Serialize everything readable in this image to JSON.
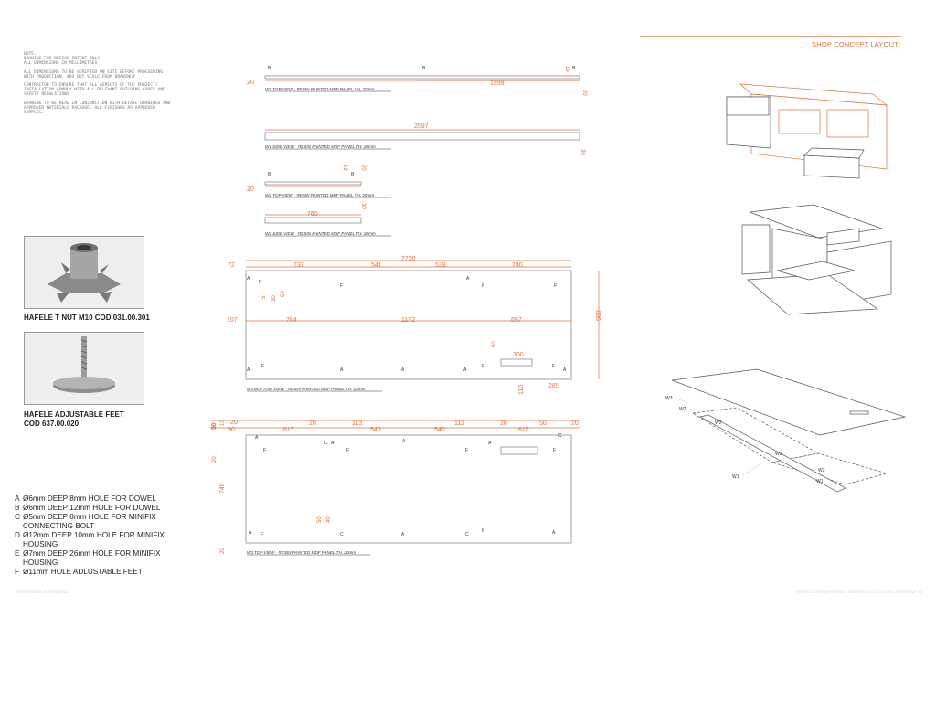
{
  "header": {
    "title": "SHOP CONCEPT LAYOUT",
    "accent_color": "#e2703c"
  },
  "notes": [
    "NOTE:",
    "DRAWING FOR DESIGN INTENT ONLY",
    "ALL DIMENSIONS IN MILLIMETRES",
    "ALL DIMENSIONS TO BE VERIFIED ON SITE BEFORE PROCEEDING WITH PRODUCTION. #DO NOT SCALE FROM DRAWING#",
    "CONTRACTOR TO ENSURE THAT ALL ASPECTS OF THE PROJECT/ INSTALLATION COMPLY WITH ALL RELEVANT BUILDING CODES AND SAFETY REGULATIONS",
    "DRAWING TO BE READ IN CONJUNCTION WITH DETAIL DRAWINGS AND APPROVED MATERIALS PACKAGE. ALL FINISHES AS APPROVED SAMPLES."
  ],
  "products": {
    "tnut_caption": "HAFELE T NUT M10 COD 031.00.301",
    "feet_caption_line1": "HAFELE ADJUSTABLE FEET",
    "feet_caption_line2": "COD 637.00.020"
  },
  "legend": [
    {
      "key": "A",
      "text": "Ø6mm DEEP 8mm HOLE FOR DOWEL"
    },
    {
      "key": "B",
      "text": "Ø6mm DEEP 12mm HOLE FOR DOWEL"
    },
    {
      "key": "C",
      "text": "Ø5mm DEEP 8mm HOLE FOR MINIFIX"
    },
    {
      "key": "",
      "text": "CONNECTING BOLT"
    },
    {
      "key": "D",
      "text": "Ø12mm DEEP 10mm HOLE FOR MINIFIX"
    },
    {
      "key": "",
      "text": "HOUSING"
    },
    {
      "key": "E",
      "text": "Ø7mm DEEP 26mm HOLE FOR MINIFIX"
    },
    {
      "key": "",
      "text": "HOUSING"
    },
    {
      "key": "F",
      "text": "Ø11mm HOLE ADLUSTABLE FEET"
    }
  ],
  "views": {
    "w1_top": {
      "caption": "W1 TOP VIEW - RESIN PAINTED MDF PANEL TH. 20mm",
      "dim_left": "20",
      "dim_span": "1299",
      "dim_right_top": "19",
      "dim_right_bottom": "20",
      "marks": [
        "B",
        "B",
        "B"
      ]
    },
    "w1_side": {
      "caption": "W1 SIDE VIEW - RESIN PAINTED MDF PANEL TH. 20mm",
      "dim_length": "2597",
      "dim_height": "30"
    },
    "w2_top": {
      "caption": "W2 TOP VIEW - RESIN PAINTED MDF PANEL TH. 20mm",
      "dim_left": "20",
      "dim_a": "19",
      "dim_b": "20",
      "marks": [
        "B",
        "B"
      ]
    },
    "w2_side": {
      "caption": "W2 SIDE VIEW - RESIN PAINTED MDF PANEL TH. 20mm",
      "dim_length": "760",
      "dim_height": "30"
    },
    "w3_bottom": {
      "caption": "W3 BOTTOM VIEW - RESIN PAINTED MDF PANEL TH. 20mm",
      "total": "2700",
      "top_dims": [
        "72",
        "737",
        "541",
        "539",
        "740"
      ],
      "mid_dims": [
        "107",
        "764",
        "1172",
        "657"
      ],
      "small_dims": [
        "5",
        "30",
        "60",
        "50",
        "300"
      ],
      "height": "900",
      "dim_110": "110",
      "dim_285": "285"
    },
    "w3_top": {
      "caption": "W3 TOP VIEW - RESIN PAINTED MDF PANEL TH. 20mm",
      "top_dims": [
        "20",
        "50",
        "90",
        "617",
        "20",
        "113",
        "540",
        "540",
        "113",
        "20",
        "617",
        "50",
        "20"
      ],
      "left_dims": [
        "50",
        "10",
        "20",
        "740",
        "20"
      ],
      "small_dims": [
        "50",
        "40"
      ]
    }
  },
  "iso_labels": [
    "W3",
    "W2",
    "W2",
    "W2",
    "W2",
    "W1",
    "W1"
  ],
  "footer": {
    "left": "designerstudio.ae    Shop 2021",
    "right": "Technical Drawing Furniture Drawings    Shop Concept Layout    Page 1/2"
  }
}
